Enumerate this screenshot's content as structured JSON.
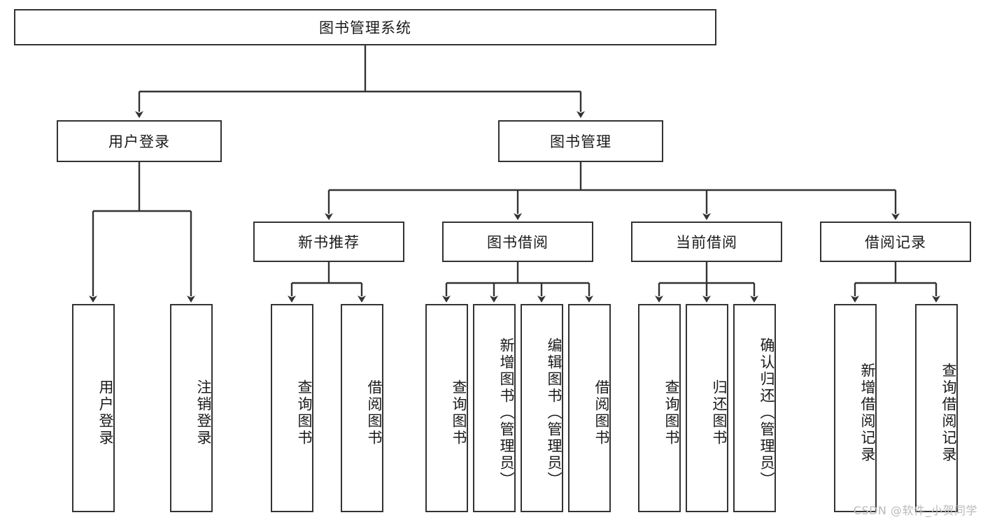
{
  "diagram": {
    "title": "图书管理系统",
    "type": "tree-hierarchy-diagram",
    "colors": {
      "box_border": "#333333",
      "box_fill": "#ffffff",
      "edge": "#333333",
      "text": "#1a1a1a",
      "watermark": "#b9b9b9"
    },
    "root": {
      "label": "图书管理系统"
    },
    "level2": [
      {
        "label": "用户登录"
      },
      {
        "label": "图书管理"
      }
    ],
    "level3": [
      {
        "label": "新书推荐"
      },
      {
        "label": "图书借阅"
      },
      {
        "label": "当前借阅"
      },
      {
        "label": "借阅记录"
      }
    ],
    "leaves": {
      "user_login": [
        {
          "label": "用户登录"
        },
        {
          "label": "注销登录"
        }
      ],
      "new_book_recommend": [
        {
          "label": "查询图书"
        },
        {
          "label": "借阅图书"
        }
      ],
      "book_borrow": [
        {
          "label": "查询图书"
        },
        {
          "label": "新增图书（管理员）"
        },
        {
          "label": "编辑图书（管理员）"
        },
        {
          "label": "借阅图书"
        }
      ],
      "current_borrow": [
        {
          "label": "查询图书"
        },
        {
          "label": "归还图书"
        },
        {
          "label": "确认归还（管理员）"
        }
      ],
      "borrow_record": [
        {
          "label": "新增借阅记录"
        },
        {
          "label": "查询借阅记录"
        }
      ]
    }
  },
  "watermark": {
    "text": "CSDN @软件_小贺同学"
  }
}
